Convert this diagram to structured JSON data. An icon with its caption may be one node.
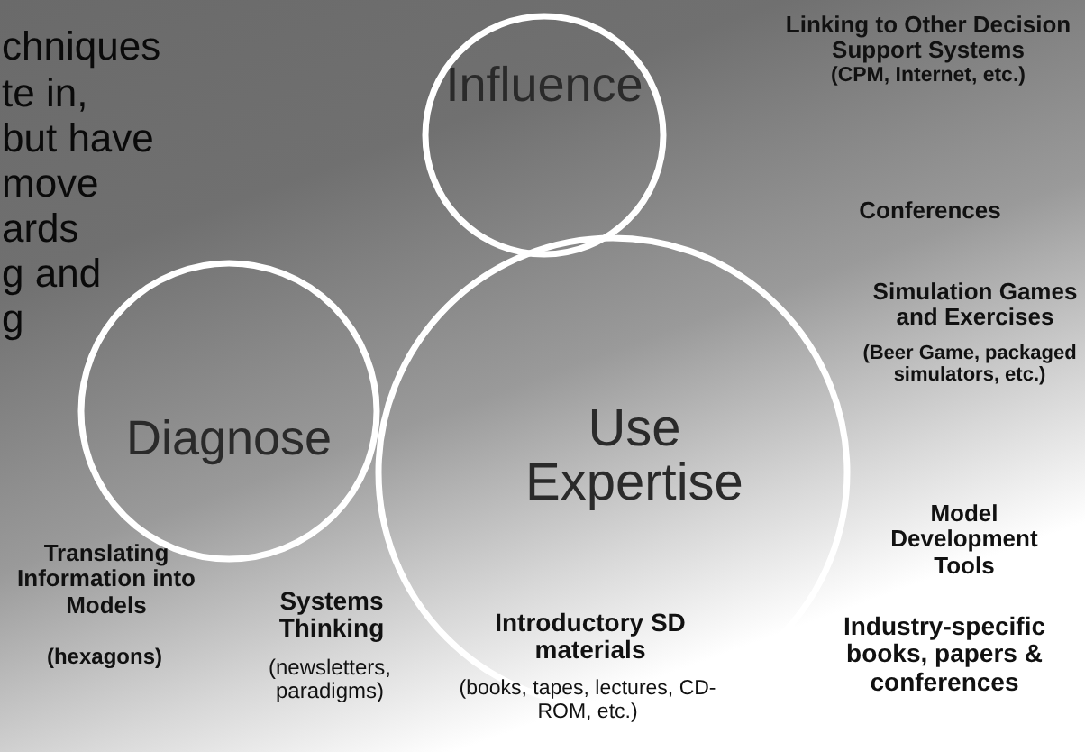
{
  "diagram": {
    "nodes": [
      {
        "text": [
          "Influence"
        ]
      },
      {
        "text": [
          "Diagnose"
        ]
      },
      {
        "text": [
          "Use Expertise"
        ]
      }
    ],
    "labels": [
      "chniques",
      "te in,",
      "but have",
      "move",
      "ards",
      "g and",
      "g",
      "Linking to Other Decision Support Systems",
      "(CPM, Internet, etc.)",
      "Conferences",
      "Simulation Games and Exercises",
      "(Beer Game, packaged simulators, etc.)",
      "Model Development Tools",
      "Translating Information into Models",
      "(hexagons)",
      "Systems Thinking",
      "(newsletters, paradigms)",
      "Introductory SD materials",
      "(books, tapes, lectures, CD-ROM, etc.)",
      "Industry-specific books, papers & conferences"
    ]
  }
}
